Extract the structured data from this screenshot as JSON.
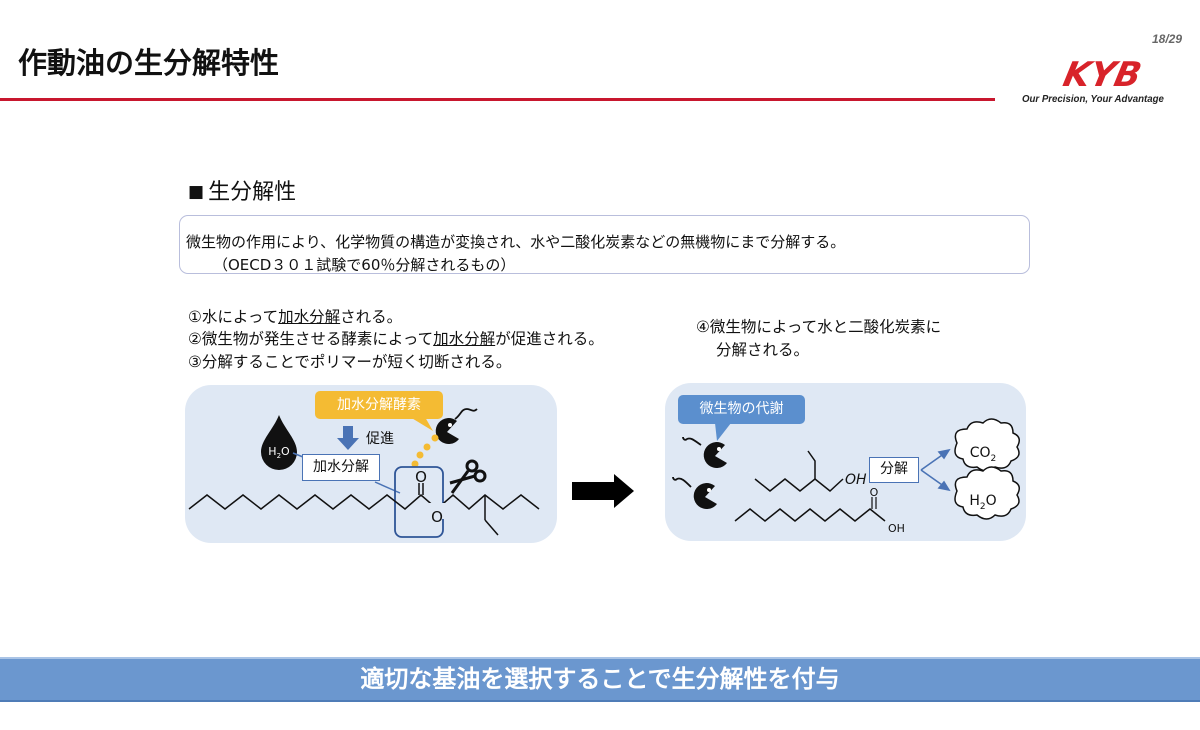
{
  "header": {
    "title": "作動油の生分解特性",
    "page_number": "18/29",
    "logo_text": "KYB",
    "tagline": "Our Precision, Your Advantage"
  },
  "colors": {
    "title_rule": "#c8172e",
    "logo_red": "#d8232a",
    "panel_bg": "#dfe8f4",
    "enzyme_callout": "#f4bb33",
    "metabolism_callout": "#5b8fce",
    "banner": "#6b97cf"
  },
  "section": {
    "bullet": "■",
    "heading": "生分解性",
    "definition_line1": "微生物の作用により、化学物質の構造が変換され、水や二酸化炭素などの無機物にまで分解する。",
    "definition_line2": "（OECD３０１試験で60％分解されるもの）"
  },
  "steps": {
    "s1_prefix": "①水によって",
    "s1_underlined": "加水分解",
    "s1_suffix": "される。",
    "s2_prefix": "②微生物が発生させる酵素によって",
    "s2_underlined": "加水分解",
    "s2_suffix": "が促進される。",
    "s3": "③分解することでポリマーが短く切断される。",
    "s4_line1": "④微生物によって水と二酸化炭素に",
    "s4_line2": "分解される。"
  },
  "diagram_left": {
    "enzyme_callout": "加水分解酵素",
    "promote_label": "促進",
    "hydrolysis_box": "加水分解",
    "water_label": "H2O",
    "carbonyl_o": "O",
    "ester_o": "O",
    "icons": [
      "water-drop-icon",
      "down-arrow-icon",
      "microbe-icon",
      "scissors-icon"
    ]
  },
  "diagram_right": {
    "metabolism_callout": "微生物の代謝",
    "decompose_box": "分解",
    "alcohol_label": "OH",
    "acid_o": "O",
    "acid_oh": "OH",
    "product1": "CO2",
    "product2": "H2O",
    "icons": [
      "microbe-icon",
      "microbe-icon",
      "cloud-icon",
      "cloud-icon"
    ]
  },
  "banner": {
    "text": "適切な基油を選択することで生分解性を付与"
  }
}
